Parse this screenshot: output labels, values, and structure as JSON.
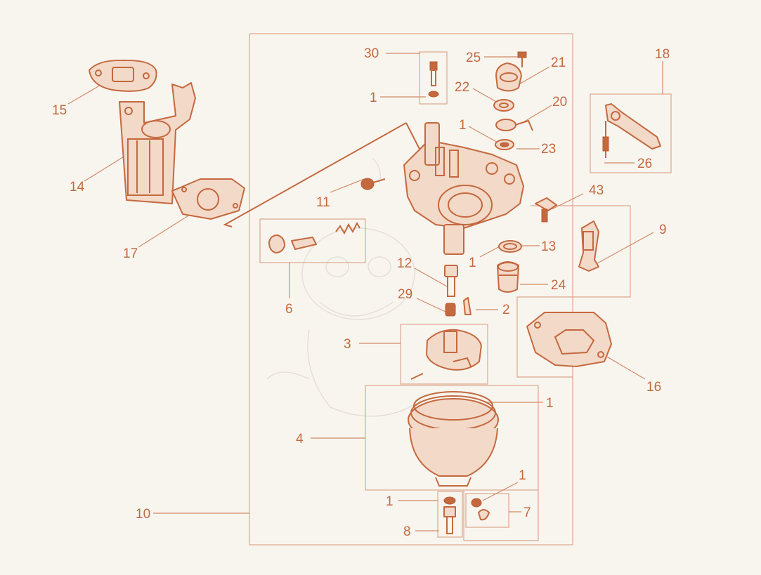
{
  "diagram": {
    "labels": {
      "l30": "30",
      "l1_top": "1",
      "l25": "25",
      "l21": "21",
      "l22": "22",
      "l20": "20",
      "l1_mid": "1",
      "l23": "23",
      "l18": "18",
      "l26": "26",
      "l15": "15",
      "l14": "14",
      "l11": "11",
      "l17": "17",
      "l43": "43",
      "l9": "9",
      "l13": "13",
      "l1_13": "1",
      "l24": "24",
      "l12": "12",
      "l6": "6",
      "l29": "29",
      "l2": "2",
      "l3": "3",
      "l16": "16",
      "l1_bowl": "1",
      "l4": "4",
      "l1_drain": "1",
      "l7": "7",
      "l1_bolt": "1",
      "l10": "10",
      "l8": "8"
    },
    "colors": {
      "line": "#c4693f",
      "box": "#dca78c",
      "background": "#f8f5ef"
    }
  }
}
